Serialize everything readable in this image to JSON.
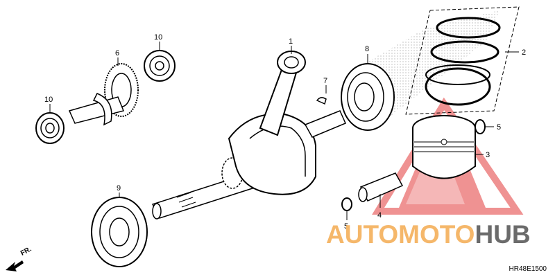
{
  "callouts": {
    "crankshaft": "1",
    "piston_rings": "2",
    "piston": "3",
    "piston_pin": "4",
    "clip_right": "5",
    "clip_left": "5",
    "balancer_gear": "6",
    "woodruff_key": "7",
    "bearing_right": "8",
    "bearing_left": "9",
    "bearing_small_top": "10",
    "bearing_small_left": "10"
  },
  "diagram_code": "HR48E1500",
  "front_label": "FR.",
  "watermark": {
    "part1": "AUTOMOTO",
    "part2": "HUB"
  },
  "colors": {
    "watermark_orange": "#f5b76a",
    "watermark_gray": "#6b6b6b",
    "watermark_red": "#e33a3a"
  }
}
